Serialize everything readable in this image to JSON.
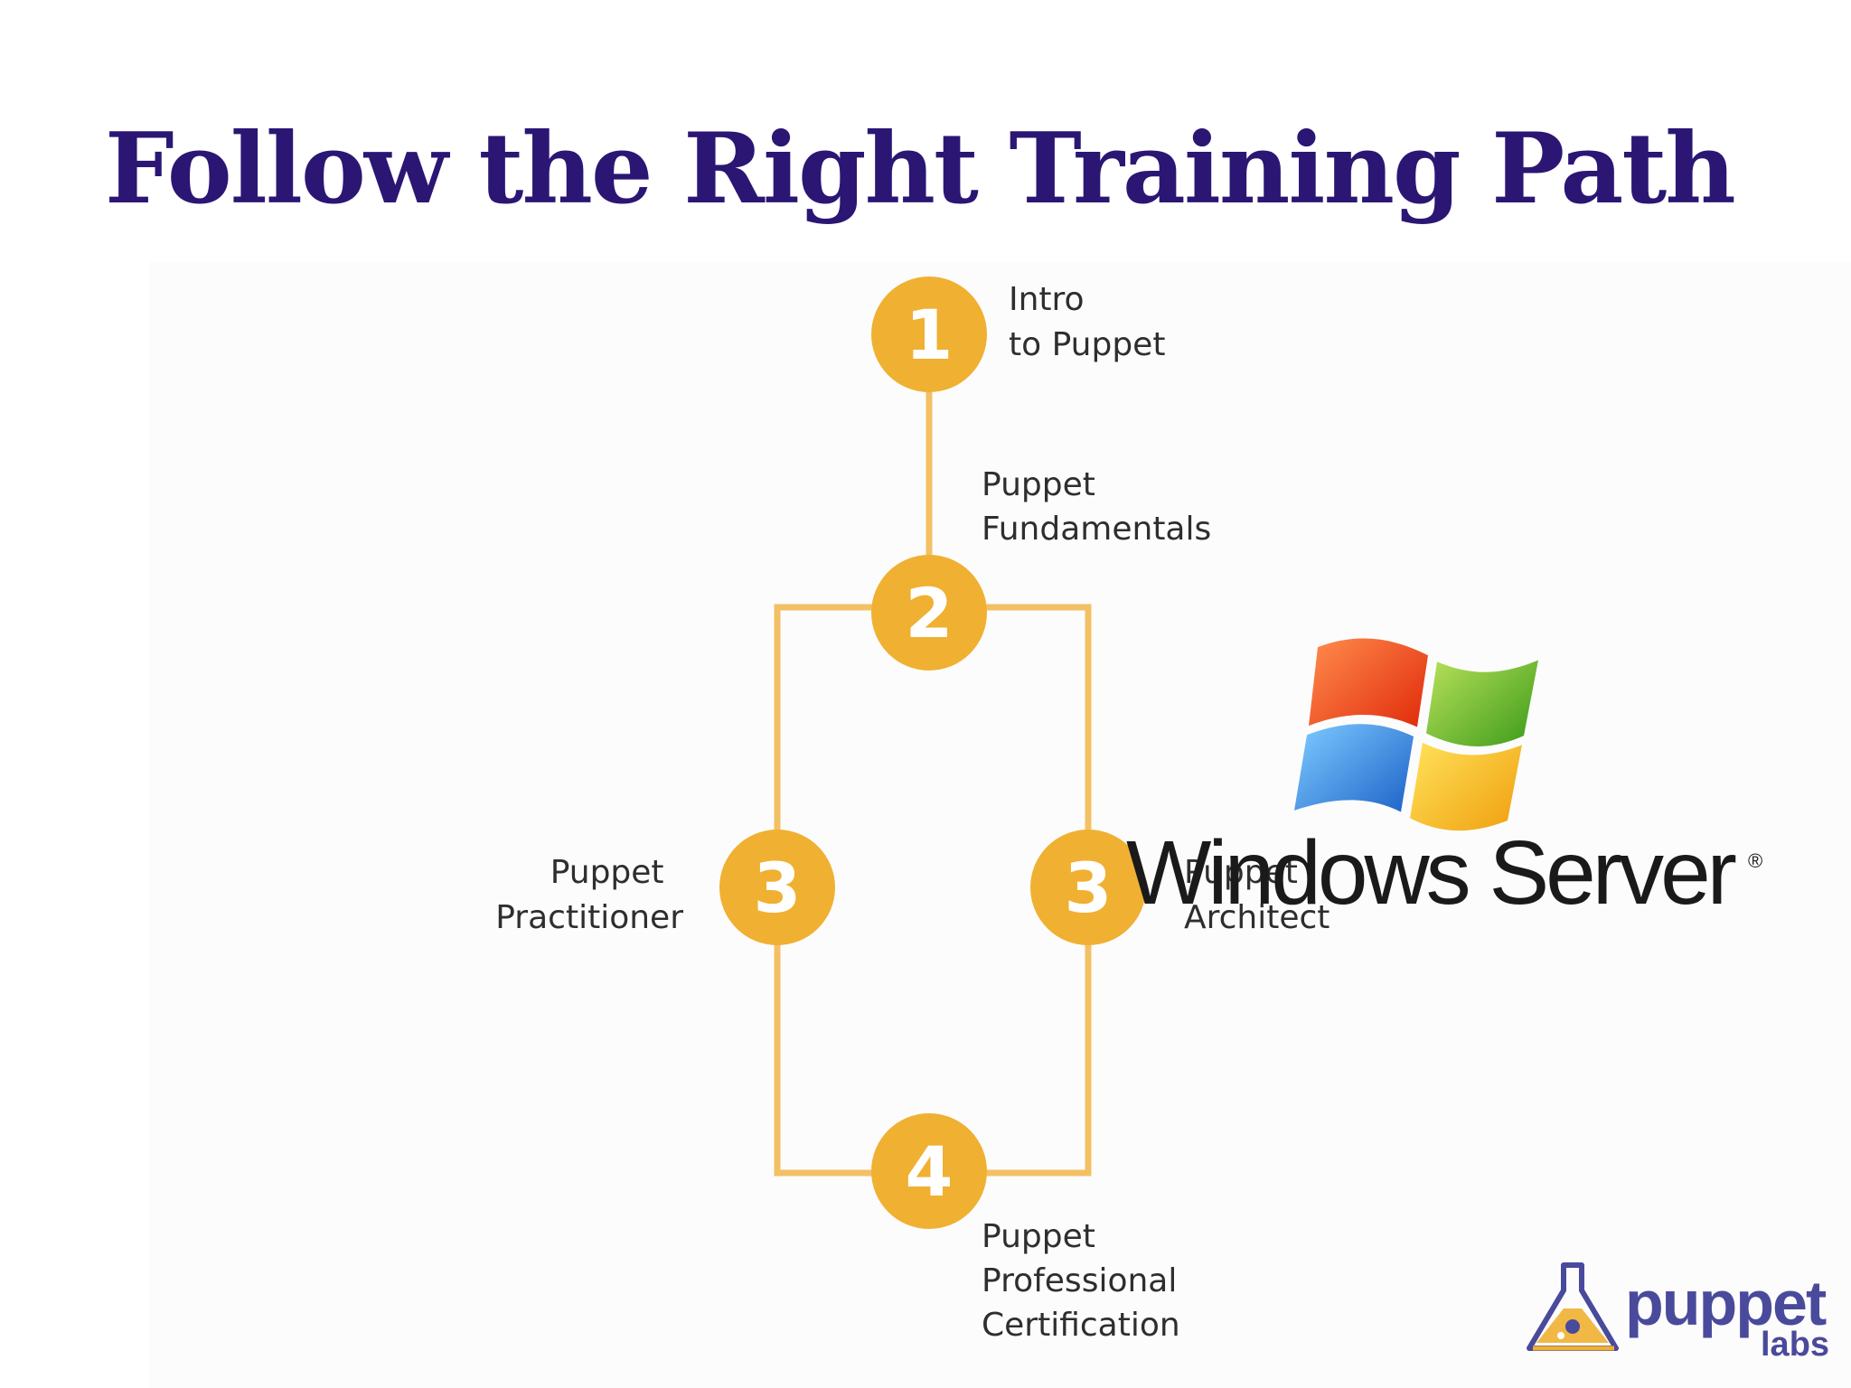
{
  "title": "Follow the Right Training Path",
  "colors": {
    "title": "#2b1674",
    "node_fill": "#f0b032",
    "path_stroke": "#f3c064",
    "label_text": "#2e2e2e"
  },
  "steps": [
    {
      "number": "1",
      "label_lines": [
        "Intro",
        "to Puppet"
      ]
    },
    {
      "number": "2",
      "label_lines": [
        "Puppet",
        "Fundamentals"
      ]
    },
    {
      "number": "3",
      "label_lines": [
        "Puppet",
        "Practitioner"
      ]
    },
    {
      "number": "3",
      "label_lines": [
        "Puppet",
        "Architect"
      ]
    },
    {
      "number": "4",
      "label_lines": [
        "Puppet",
        "Professional",
        "Certification"
      ]
    }
  ],
  "windows_logo": {
    "text": "Windows Server",
    "mark": "®",
    "icon": "windows-flag-icon"
  },
  "puppet_logo": {
    "text": "puppet",
    "subtext": "labs",
    "icon": "puppet-flask-icon"
  }
}
